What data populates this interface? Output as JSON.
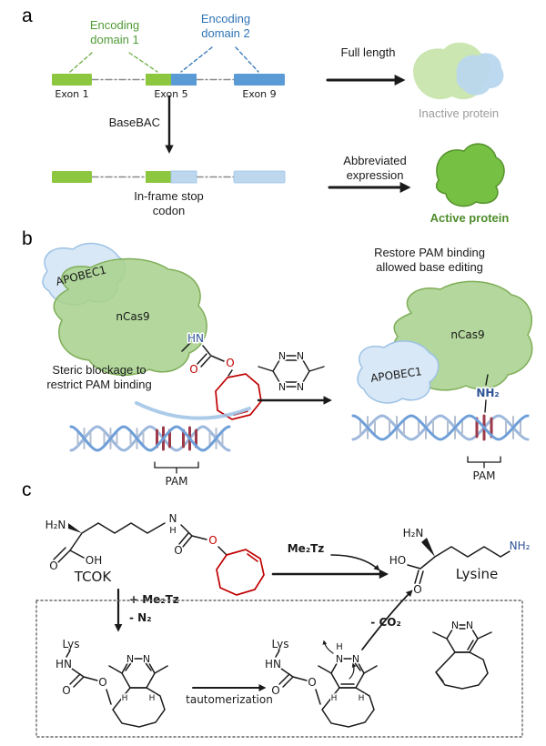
{
  "atoms": {
    "o": "O",
    "oh": "OH",
    "ho": "HO",
    "n": "N",
    "h": "H",
    "hn": "HN",
    "nh2": "NH₂",
    "h2n": "H₂N",
    "lys": "Lys",
    "pam": "PAM"
  },
  "panel_a": {
    "label": "a",
    "encoding_domain_1": "Encoding\ndomain 1",
    "encoding_domain_2": "Encoding\ndomain 2",
    "exon_1": "Exon 1",
    "exon_5": "Exon 5",
    "exon_9": "Exon 9",
    "full_length": "Full length",
    "inactive_protein": "Inactive protein",
    "basebac": "BaseBAC",
    "in_frame_stop_codon": "In-frame stop\ncodon",
    "abbreviated_expression": "Abbreviated\nexpression",
    "active_protein": "Active protein"
  },
  "panel_b": {
    "label": "b",
    "apobec1": "APOBEC1",
    "ncas9": "nCas9",
    "steric_note": "Steric blockage to\nrestrict PAM binding",
    "restore_note": "Restore PAM binding\nallowed base editing"
  },
  "panel_c": {
    "label": "c",
    "tcok": "TCOK",
    "me2tz": "Me₂Tz",
    "lysine": "Lysine",
    "plus_me2tz": "+ Me₂Tz",
    "minus_n2": "- N₂",
    "tautomerization": "tautomerization",
    "minus_co2": "- CO₂"
  },
  "colors": {
    "exon_green": "#8dc63f",
    "exon_blue": "#5b9bd5",
    "exon_lightblue": "#bdd7ee",
    "domain1_text": "#4f9b35",
    "domain2_text": "#2e74b5",
    "inactive_text": "#9b9b9b",
    "active_text": "#4e8c2b",
    "ncas9_fill": "#a9d18e",
    "apobec1_fill": "#d9e8f6",
    "tco_red": "#c00000",
    "dna_blue": "#6f9fd8",
    "pam_red": "#9c3a4a",
    "amine_blue": "#2f5496"
  }
}
